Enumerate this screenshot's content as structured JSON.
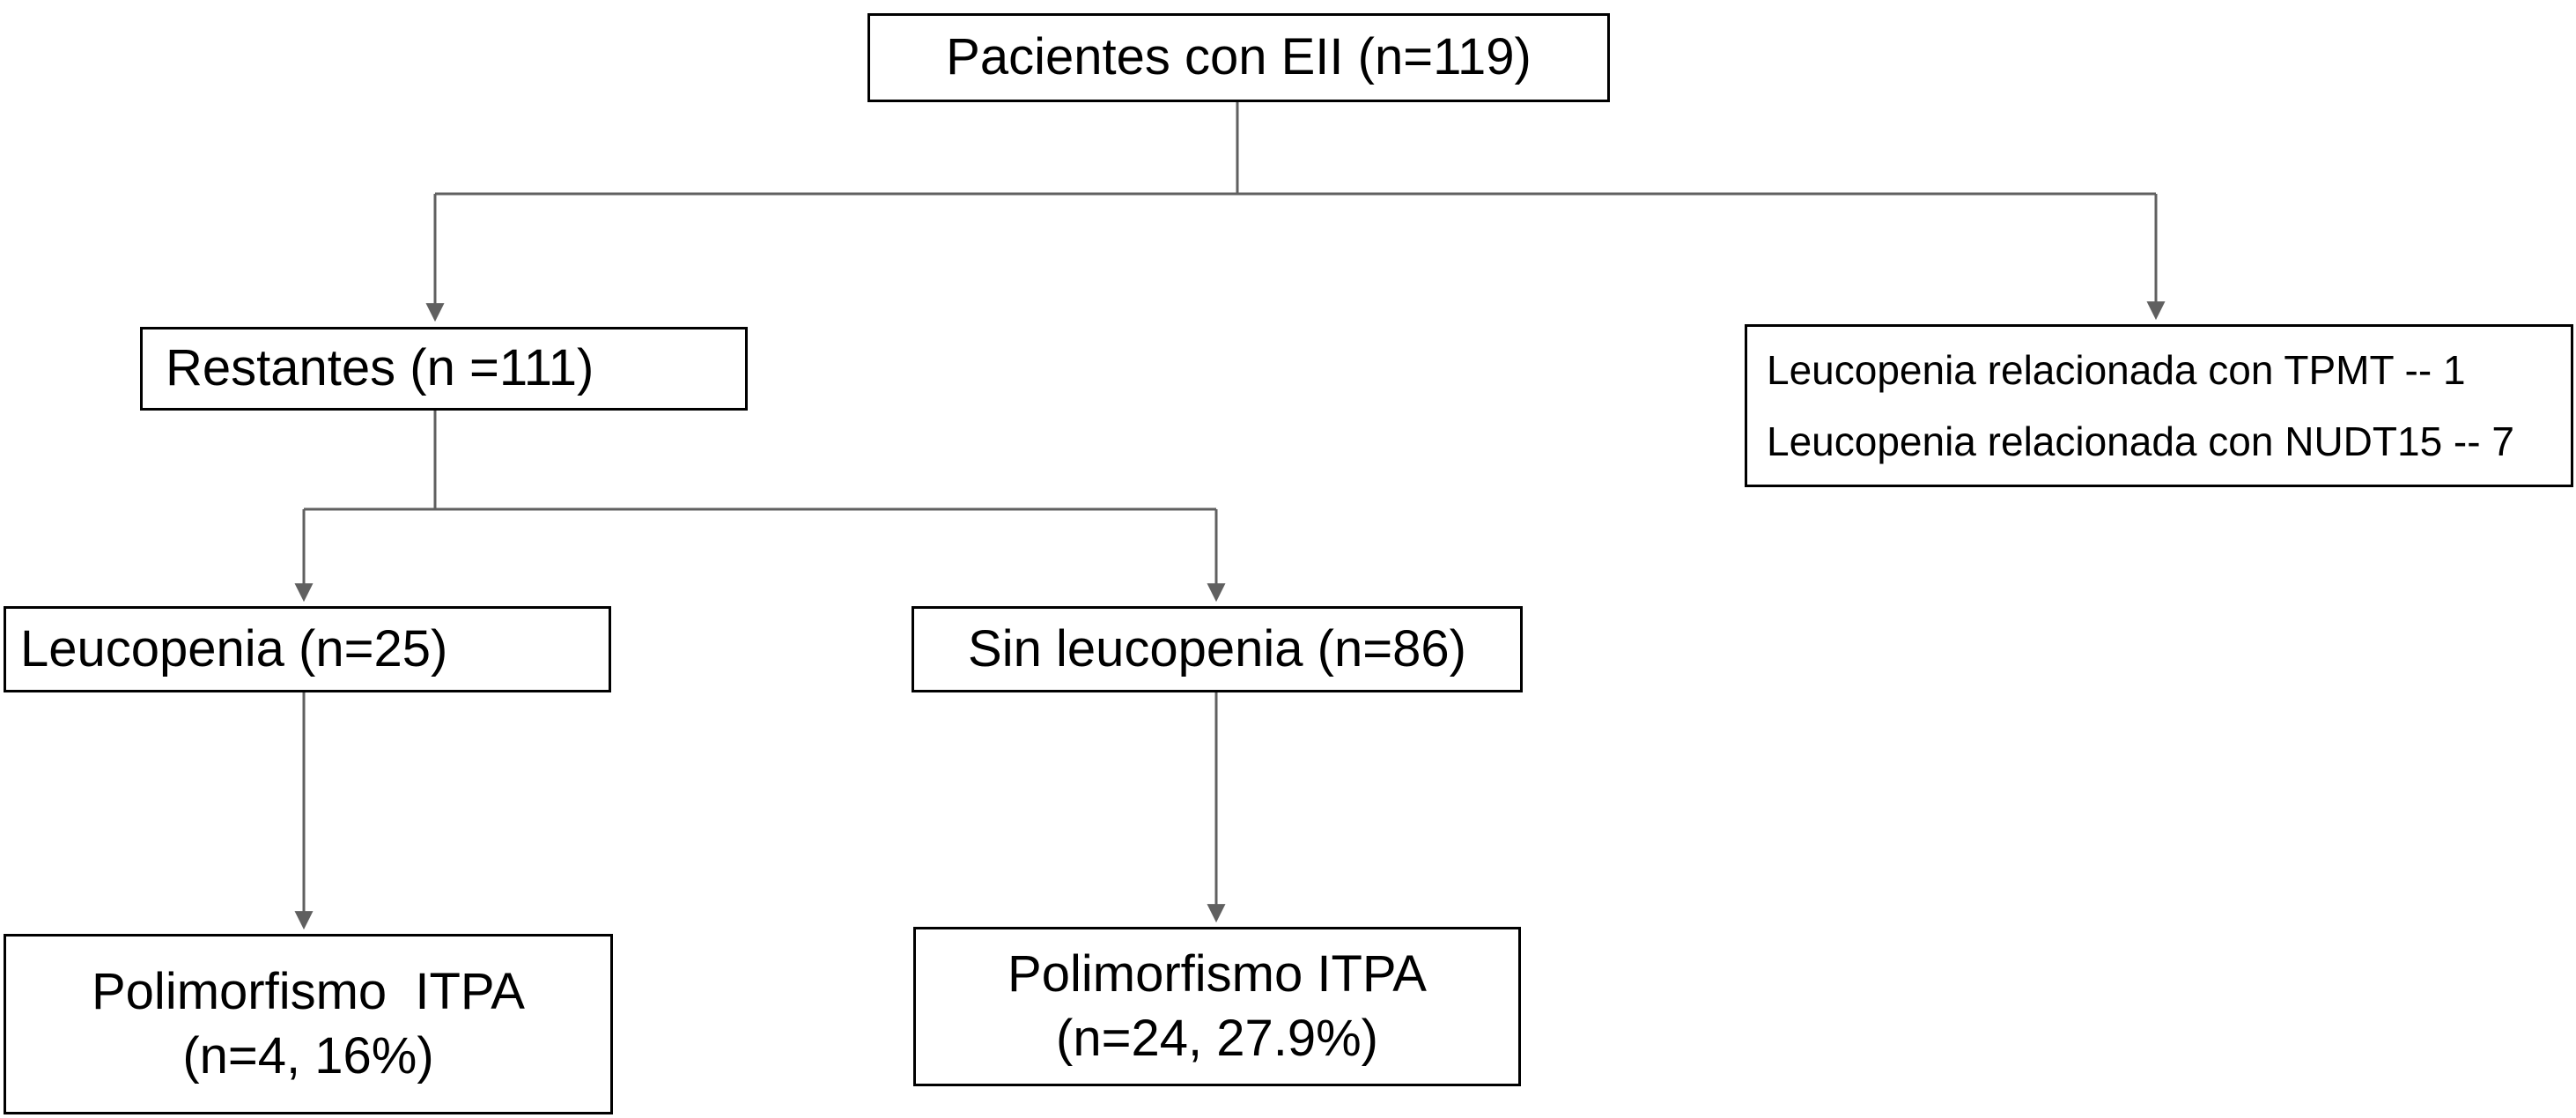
{
  "diagram": {
    "type": "flowchart",
    "nodes": {
      "root": {
        "label": "Pacientes con EII (n=119)"
      },
      "restantes": {
        "label": "Restantes (n =111)"
      },
      "tpmt_nudt15": {
        "line1": "Leucopenia relacionada con TPMT -- 1",
        "line2": "Leucopenia relacionada con NUDT15 -- 7"
      },
      "leucopenia": {
        "label": "Leucopenia (n=25)"
      },
      "sin_leucopenia": {
        "label": "Sin leucopenia (n=86)"
      },
      "polimorfismo_leucopenia": {
        "line1": "Polimorfismo  ITPA",
        "line2": "(n=4, 16%)"
      },
      "polimorfismo_sin_leucopenia": {
        "line1": "Polimorfismo ITPA",
        "line2": "(n=24, 27.9%)"
      }
    },
    "colors": {
      "background": "#ffffff",
      "box_border": "#000000",
      "text": "#000000",
      "connector": "#606060"
    }
  }
}
